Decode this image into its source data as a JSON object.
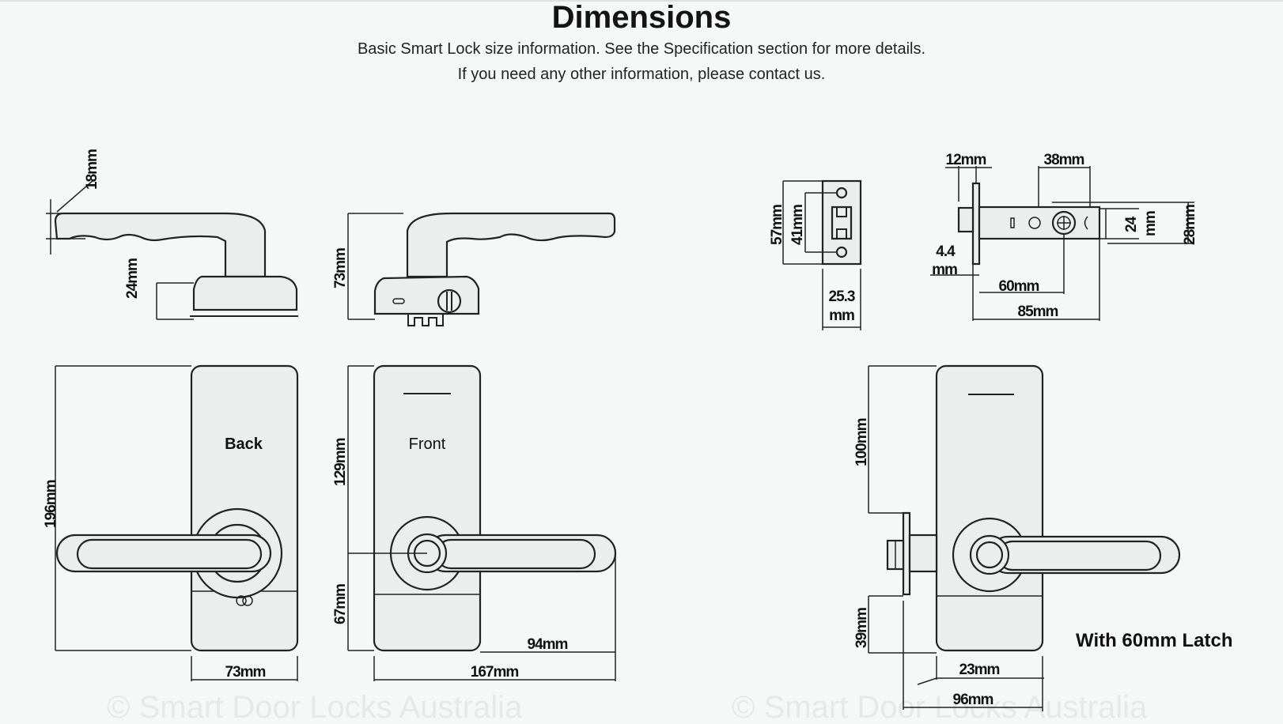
{
  "header": {
    "title": "Dimensions",
    "subtitle_line1": "Basic Smart Lock size information. See the Specification section for more details.",
    "subtitle_line2": "If you need any other information, please contact us."
  },
  "diagram": {
    "labels": {
      "back": "Back",
      "front": "Front",
      "with_latch": "With 60mm Latch"
    },
    "dimensions": {
      "handle_thickness": "18mm",
      "rose_height": "24mm",
      "side_height": "73mm",
      "faceplate_height": "57mm",
      "faceplate_hole_spacing": "41mm",
      "faceplate_width_top": "25.3",
      "faceplate_width_bottom": "mm",
      "latch_plate_width": "12mm",
      "latch_38": "38mm",
      "latch_24_top": "24",
      "latch_24_bottom": "mm",
      "latch_28": "28mm",
      "latch_44_top": "4.4",
      "latch_44_bottom": "mm",
      "backset": "60mm",
      "latch_length": "85mm",
      "total_height": "196mm",
      "back_width": "73mm",
      "upper_height": "129mm",
      "lower_height": "67mm",
      "lever_reach": "94mm",
      "total_width": "167mm",
      "door_upper": "100mm",
      "door_lower": "39mm",
      "door_offset": "23mm",
      "door_total": "96mm"
    },
    "watermark": "© Smart Door Locks Australia"
  }
}
